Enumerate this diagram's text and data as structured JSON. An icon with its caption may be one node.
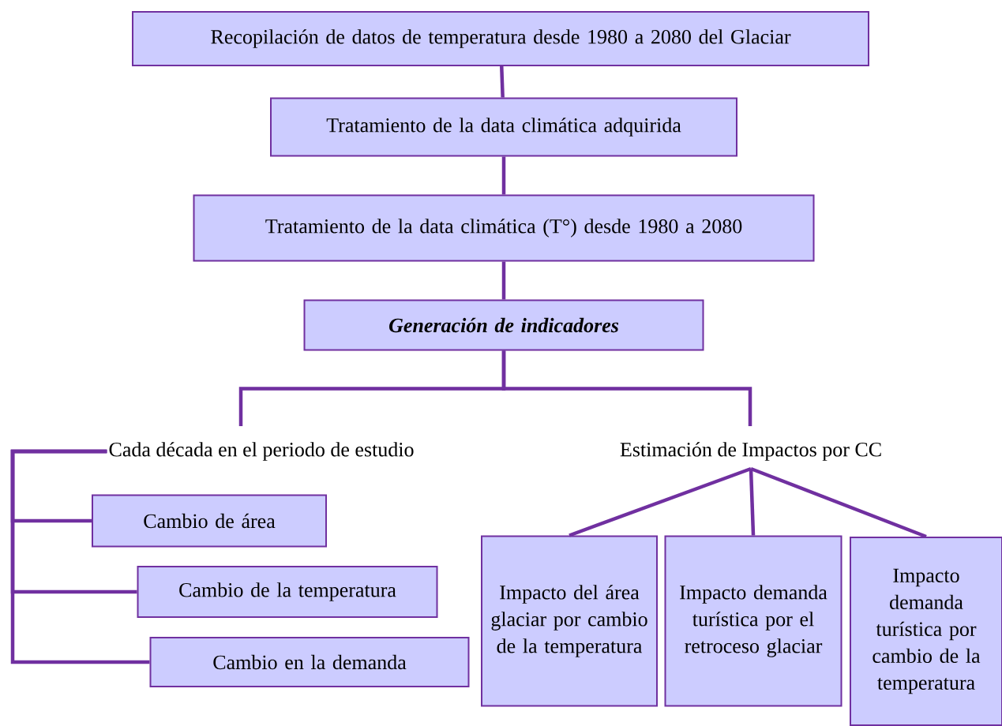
{
  "diagram": {
    "nodes": [
      {
        "text": [
          "Recopilación de datos de temperatura desde 1980 a 2080 del Glaciar"
        ]
      },
      {
        "text": [
          "Tratamiento de la data climática adquirida"
        ]
      },
      {
        "text": [
          "Tratamiento de la data climática (T°) desde 1980 a 2080"
        ]
      },
      {
        "text": [
          "Generación de indicadores"
        ]
      },
      {
        "text": [
          "Cada década en el periodo de estudio"
        ]
      },
      {
        "text": [
          "Estimación de Impactos por CC"
        ]
      },
      {
        "text": [
          "Cambio de área"
        ]
      },
      {
        "text": [
          "Cambio de la temperatura"
        ]
      },
      {
        "text": [
          "Cambio en la demanda"
        ]
      },
      {
        "text": [
          "Impacto del área glaciar por cambio de la temperatura"
        ]
      },
      {
        "text": [
          "Impacto demanda turística por el retroceso glaciar"
        ]
      },
      {
        "text": [
          "Impacto demanda turística por cambio de la temperatura"
        ]
      }
    ],
    "edges": [
      {
        "from": 0,
        "to": 1,
        "arrow": "none"
      },
      {
        "from": 1,
        "to": 2,
        "arrow": "none"
      },
      {
        "from": 2,
        "to": 3,
        "arrow": "none"
      },
      {
        "from": 3,
        "to": 4,
        "arrow": "none"
      },
      {
        "from": 3,
        "to": 5,
        "arrow": "none"
      },
      {
        "from": 4,
        "to": 6,
        "arrow": "none"
      },
      {
        "from": 4,
        "to": 7,
        "arrow": "none"
      },
      {
        "from": 4,
        "to": 8,
        "arrow": "none"
      },
      {
        "from": 5,
        "to": 9,
        "arrow": "none"
      },
      {
        "from": 5,
        "to": 10,
        "arrow": "none"
      },
      {
        "from": 5,
        "to": 11,
        "arrow": "none"
      }
    ]
  }
}
